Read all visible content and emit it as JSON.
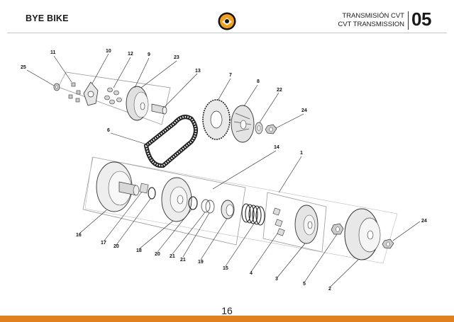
{
  "header": {
    "brand": "BYE BIKE",
    "title_es": "TRANSMISIÓN CVT",
    "title_en": "CVT TRANSMISSION",
    "section_number": "05"
  },
  "colors": {
    "accent": "#e0801f",
    "logo_fill": "#f0a020"
  },
  "callouts": [
    "11",
    "10",
    "12",
    "9",
    "23",
    "25",
    "13",
    "7",
    "8",
    "22",
    "24",
    "6",
    "14",
    "1",
    "16",
    "17",
    "20",
    "18",
    "20",
    "21",
    "21",
    "19",
    "15",
    "4",
    "3",
    "5",
    "2",
    "24"
  ],
  "footer": {
    "page_number": "16"
  }
}
